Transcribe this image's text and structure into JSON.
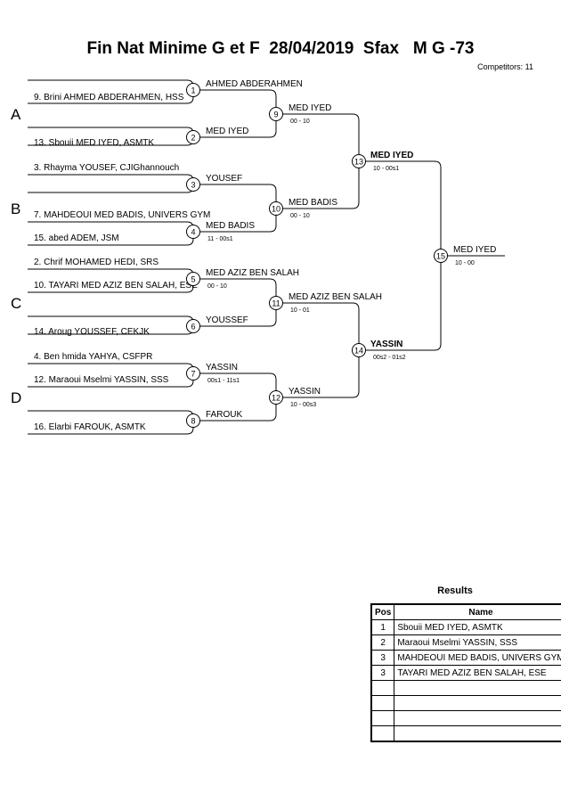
{
  "title": "Fin Nat Minime G et F  28/04/2019  Sfax   M G -73",
  "competitors": "Competitors: 11",
  "pools": [
    "A",
    "B",
    "C",
    "D"
  ],
  "entries": [
    "9. Brini AHMED ABDERAHMEN, HSS",
    "13. Sbouii MED IYED, ASMTK",
    "3. Rhayma YOUSEF, CJIGhannouch",
    "7. MAHDEOUI MED BADIS, UNIVERS GYM",
    "15. abed ADEM, JSM",
    "2. Chrif MOHAMED HEDI, SRS",
    "10. TAYARI MED AZIZ BEN SALAH, ESE",
    "14. Aroug YOUSSEF, CEKJK",
    "4. Ben hmida YAHYA, CSFPR",
    "12. Maraoui Mselmi YASSIN, SSS",
    "16. Elarbi FAROUK, ASMTK"
  ],
  "matches": [
    {
      "num": "1",
      "winner": "AHMED ABDERAHMEN",
      "score": ""
    },
    {
      "num": "2",
      "winner": "MED IYED",
      "score": ""
    },
    {
      "num": "3",
      "winner": "YOUSEF",
      "score": ""
    },
    {
      "num": "4",
      "winner": "MED BADIS",
      "score": "11 - 00s1"
    },
    {
      "num": "5",
      "winner": "MED AZIZ BEN SALAH",
      "score": "00 - 10"
    },
    {
      "num": "6",
      "winner": "YOUSSEF",
      "score": ""
    },
    {
      "num": "7",
      "winner": "YASSIN",
      "score": "00s1 - 11s1"
    },
    {
      "num": "8",
      "winner": "FAROUK",
      "score": ""
    },
    {
      "num": "9",
      "winner": "MED IYED",
      "score": "00 - 10"
    },
    {
      "num": "10",
      "winner": "MED BADIS",
      "score": "00 - 10"
    },
    {
      "num": "11",
      "winner": "MED AZIZ BEN SALAH",
      "score": "10 - 01"
    },
    {
      "num": "12",
      "winner": "YASSIN",
      "score": "10 - 00s3"
    },
    {
      "num": "13",
      "winner": "MED IYED",
      "score": "10 - 00s1"
    },
    {
      "num": "14",
      "winner": "YASSIN",
      "score": "00s2 - 01s2"
    },
    {
      "num": "15",
      "winner": "MED IYED",
      "score": "10 - 00"
    }
  ],
  "results": {
    "title": "Results",
    "headers": [
      "Pos",
      "Name"
    ],
    "rows": [
      {
        "pos": "1",
        "name": "Sbouii MED IYED, ASMTK"
      },
      {
        "pos": "2",
        "name": "Maraoui Mselmi YASSIN, SSS"
      },
      {
        "pos": "3",
        "name": "MAHDEOUI MED BADIS, UNIVERS GYM"
      },
      {
        "pos": "3",
        "name": "TAYARI MED AZIZ BEN SALAH, ESE"
      },
      {
        "pos": "",
        "name": ""
      },
      {
        "pos": "",
        "name": ""
      },
      {
        "pos": "",
        "name": ""
      },
      {
        "pos": "",
        "name": ""
      }
    ]
  }
}
